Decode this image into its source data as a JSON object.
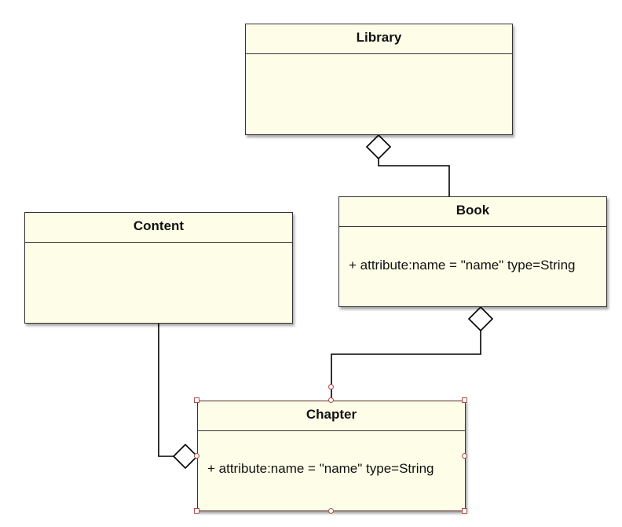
{
  "diagram": {
    "classes": [
      {
        "id": "library",
        "title": "Library",
        "attributes": []
      },
      {
        "id": "book",
        "title": "Book",
        "attributes": [
          "+ attribute:name = \"name\" type=String"
        ]
      },
      {
        "id": "content",
        "title": "Content",
        "attributes": []
      },
      {
        "id": "chapter",
        "title": "Chapter",
        "attributes": [
          "+ attribute:name = \"name\" type=String"
        ],
        "selected": true
      }
    ],
    "relations": [
      {
        "type": "aggregation",
        "whole": "Library",
        "part": "Book"
      },
      {
        "type": "aggregation",
        "whole": "Book",
        "part": "Chapter"
      },
      {
        "type": "aggregation",
        "whole": "Chapter",
        "part": "Content"
      }
    ],
    "colors": {
      "class_fill": "#fefee8",
      "class_border": "#333333",
      "selection_handle": "#b24b4b",
      "connector": "#000000"
    }
  }
}
